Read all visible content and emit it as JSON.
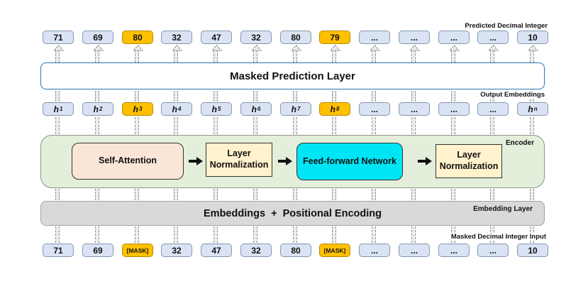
{
  "labels": {
    "predicted": "Predicted Decimal Integer",
    "output_embeddings": "Output Embeddings",
    "encoder": "Encoder",
    "embedding_layer": "Embedding Layer",
    "masked_input": "Masked Decimal Integer Input"
  },
  "masked_prediction_layer": {
    "title": "Masked Prediction Layer"
  },
  "embedding_bar": {
    "title": "Embeddings  +  Positional Encoding"
  },
  "encoder_blocks": [
    {
      "label": "Self-Attention",
      "color": "#fbe5d6",
      "shape": "rounded"
    },
    {
      "label": "Layer Normalization",
      "color": "#fff2cc",
      "shape": "rect"
    },
    {
      "label": "Feed-forward Network",
      "color": "#00e5f5",
      "shape": "rounded"
    },
    {
      "label": "Layer Normalization",
      "color": "#fff2cc",
      "shape": "rect"
    }
  ],
  "rows": {
    "predicted_tokens": [
      "71",
      "69",
      "80",
      "32",
      "47",
      "32",
      "80",
      "79",
      "...",
      "...",
      "...",
      "...",
      "10"
    ],
    "predicted_tokens_highlight": [
      2,
      7
    ],
    "hidden_states": [
      {
        "text": "h",
        "sub": "1"
      },
      {
        "text": "h",
        "sub": "2"
      },
      {
        "text": "h",
        "sub": "3"
      },
      {
        "text": "h",
        "sub": "4"
      },
      {
        "text": "h",
        "sub": "5"
      },
      {
        "text": "h",
        "sub": "6"
      },
      {
        "text": "h",
        "sub": "7"
      },
      {
        "text": "h",
        "sub": "8"
      },
      {
        "text": "..."
      },
      {
        "text": "..."
      },
      {
        "text": "..."
      },
      {
        "text": "..."
      },
      {
        "text": "h",
        "sub": "n"
      }
    ],
    "hidden_states_highlight": [
      2,
      7
    ],
    "input_tokens": [
      "71",
      "69",
      "[MASK]",
      "32",
      "47",
      "32",
      "80",
      "[MASK]",
      "...",
      "...",
      "...",
      "...",
      "10"
    ],
    "input_tokens_highlight": [
      2,
      7
    ]
  },
  "colors": {
    "token_fill": "#dae3f3",
    "token_border": "#8496b0",
    "highlight_fill": "#ffc000",
    "highlight_border": "#b78a00",
    "mpl_border": "#2e75b6",
    "encoder_fill": "#e3efda",
    "embedding_fill": "#d9d9d9"
  }
}
